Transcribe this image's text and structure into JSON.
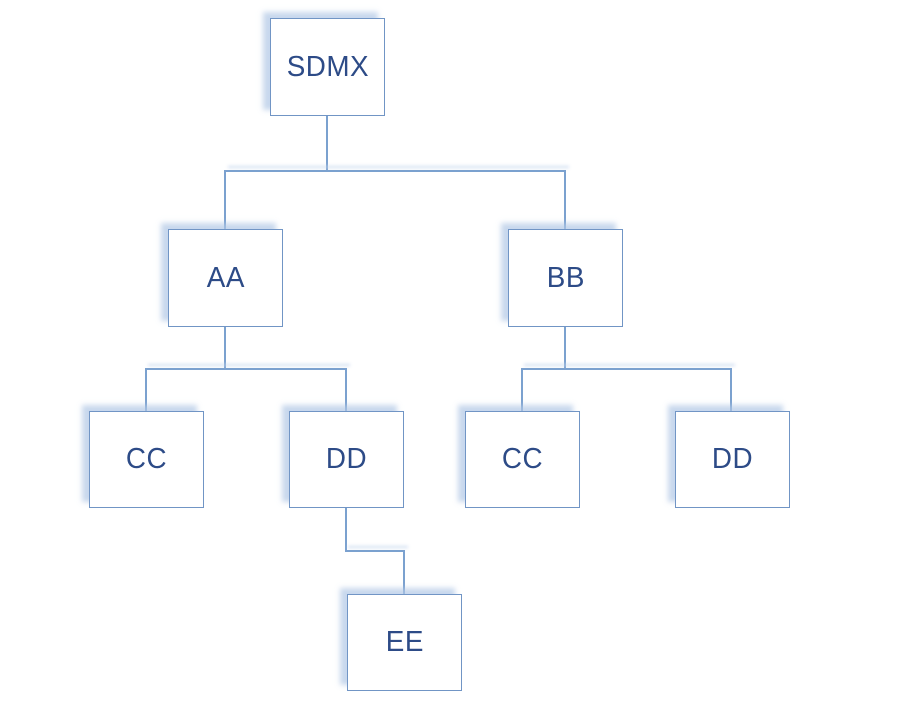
{
  "diagram": {
    "type": "hierarchy-tree",
    "description": "Organization-chart style tree diagram with elbow connectors",
    "nodes": {
      "sdmx": {
        "label": "SDMX",
        "level": 1
      },
      "aa": {
        "label": "AA",
        "level": 2
      },
      "bb": {
        "label": "BB",
        "level": 2
      },
      "aa_cc": {
        "label": "CC",
        "level": 3
      },
      "aa_dd": {
        "label": "DD",
        "level": 3
      },
      "bb_cc": {
        "label": "CC",
        "level": 3
      },
      "bb_dd": {
        "label": "DD",
        "level": 3
      },
      "ee": {
        "label": "EE",
        "level": 4
      }
    },
    "edges": [
      {
        "from": "SDMX",
        "to": "AA"
      },
      {
        "from": "SDMX",
        "to": "BB"
      },
      {
        "from": "AA",
        "to": "CC"
      },
      {
        "from": "AA",
        "to": "DD"
      },
      {
        "from": "BB",
        "to": "CC"
      },
      {
        "from": "BB",
        "to": "DD"
      },
      {
        "from": "DD (under AA)",
        "to": "EE"
      }
    ],
    "colors": {
      "background": "#ffffff",
      "node_fill": "#ffffff",
      "node_border": "#7195c5",
      "label_text": "#2d4b87",
      "connector": "#7ba1cf",
      "shadow": "#c9daee"
    }
  }
}
